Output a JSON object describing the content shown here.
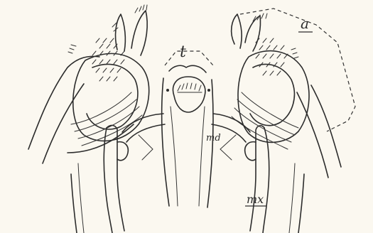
{
  "labels": {
    "a": "a",
    "t": "t",
    "md": "md",
    "mx": "mx"
  },
  "colors": {
    "background": "#fbf8f0",
    "ink": "#2c2c2c"
  }
}
